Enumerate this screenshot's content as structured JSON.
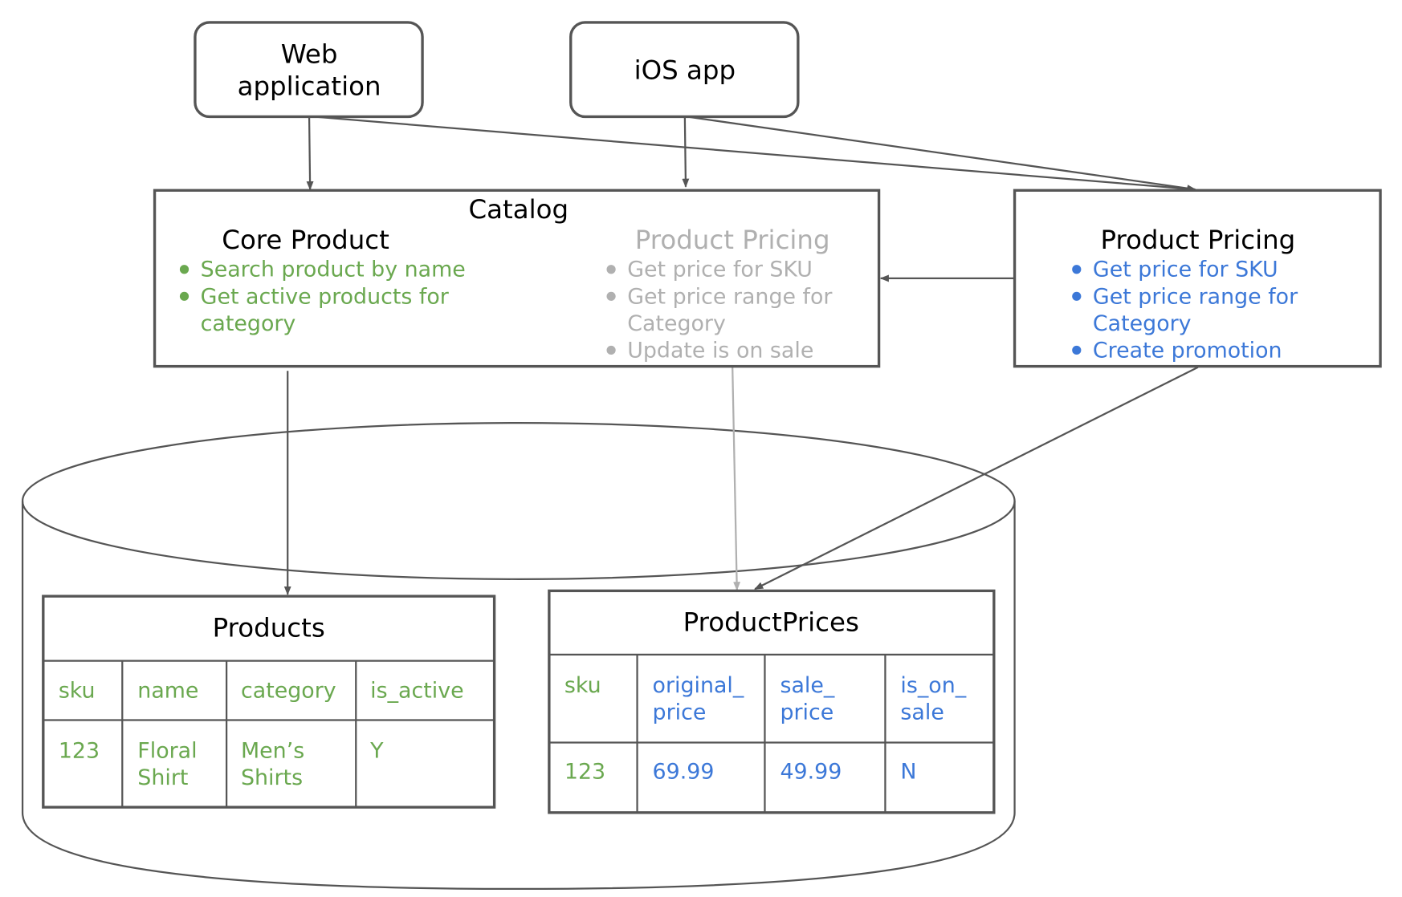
{
  "colors": {
    "green": "#6aa84f",
    "gray": "#b0b0b0",
    "blue": "#3c78d8",
    "dark": "#555555"
  },
  "clients": {
    "web": {
      "line1": "Web",
      "line2": "application"
    },
    "ios": {
      "label": "iOS app"
    }
  },
  "catalog": {
    "title": "Catalog",
    "core": {
      "title": "Core Product",
      "items": [
        {
          "lines": [
            "Search product by name"
          ]
        },
        {
          "lines": [
            "Get active products for",
            "category"
          ]
        }
      ]
    },
    "pricing": {
      "title": "Product Pricing",
      "items": [
        {
          "lines": [
            "Get price for SKU"
          ]
        },
        {
          "lines": [
            "Get price range for",
            "Category"
          ]
        },
        {
          "lines": [
            "Update is on sale"
          ]
        }
      ]
    }
  },
  "pricing_service": {
    "title": "Product Pricing",
    "items": [
      {
        "lines": [
          "Get price for SKU"
        ]
      },
      {
        "lines": [
          "Get price range for",
          "Category"
        ]
      },
      {
        "lines": [
          "Create promotion"
        ]
      }
    ]
  },
  "tables": {
    "products": {
      "title": "Products",
      "headers": [
        [
          "sku"
        ],
        [
          "name"
        ],
        [
          "category"
        ],
        [
          "is_active"
        ]
      ],
      "row": [
        [
          "123"
        ],
        [
          "Floral",
          "Shirt"
        ],
        [
          "Men’s",
          "Shirts"
        ],
        [
          "Y"
        ]
      ]
    },
    "prices": {
      "title": "ProductPrices",
      "headers": [
        [
          "sku"
        ],
        [
          "original_",
          "price"
        ],
        [
          "sale_",
          "price"
        ],
        [
          "is_on_",
          "sale"
        ]
      ],
      "row": [
        [
          "123"
        ],
        [
          "69.99"
        ],
        [
          "49.99"
        ],
        [
          "N"
        ]
      ]
    }
  }
}
